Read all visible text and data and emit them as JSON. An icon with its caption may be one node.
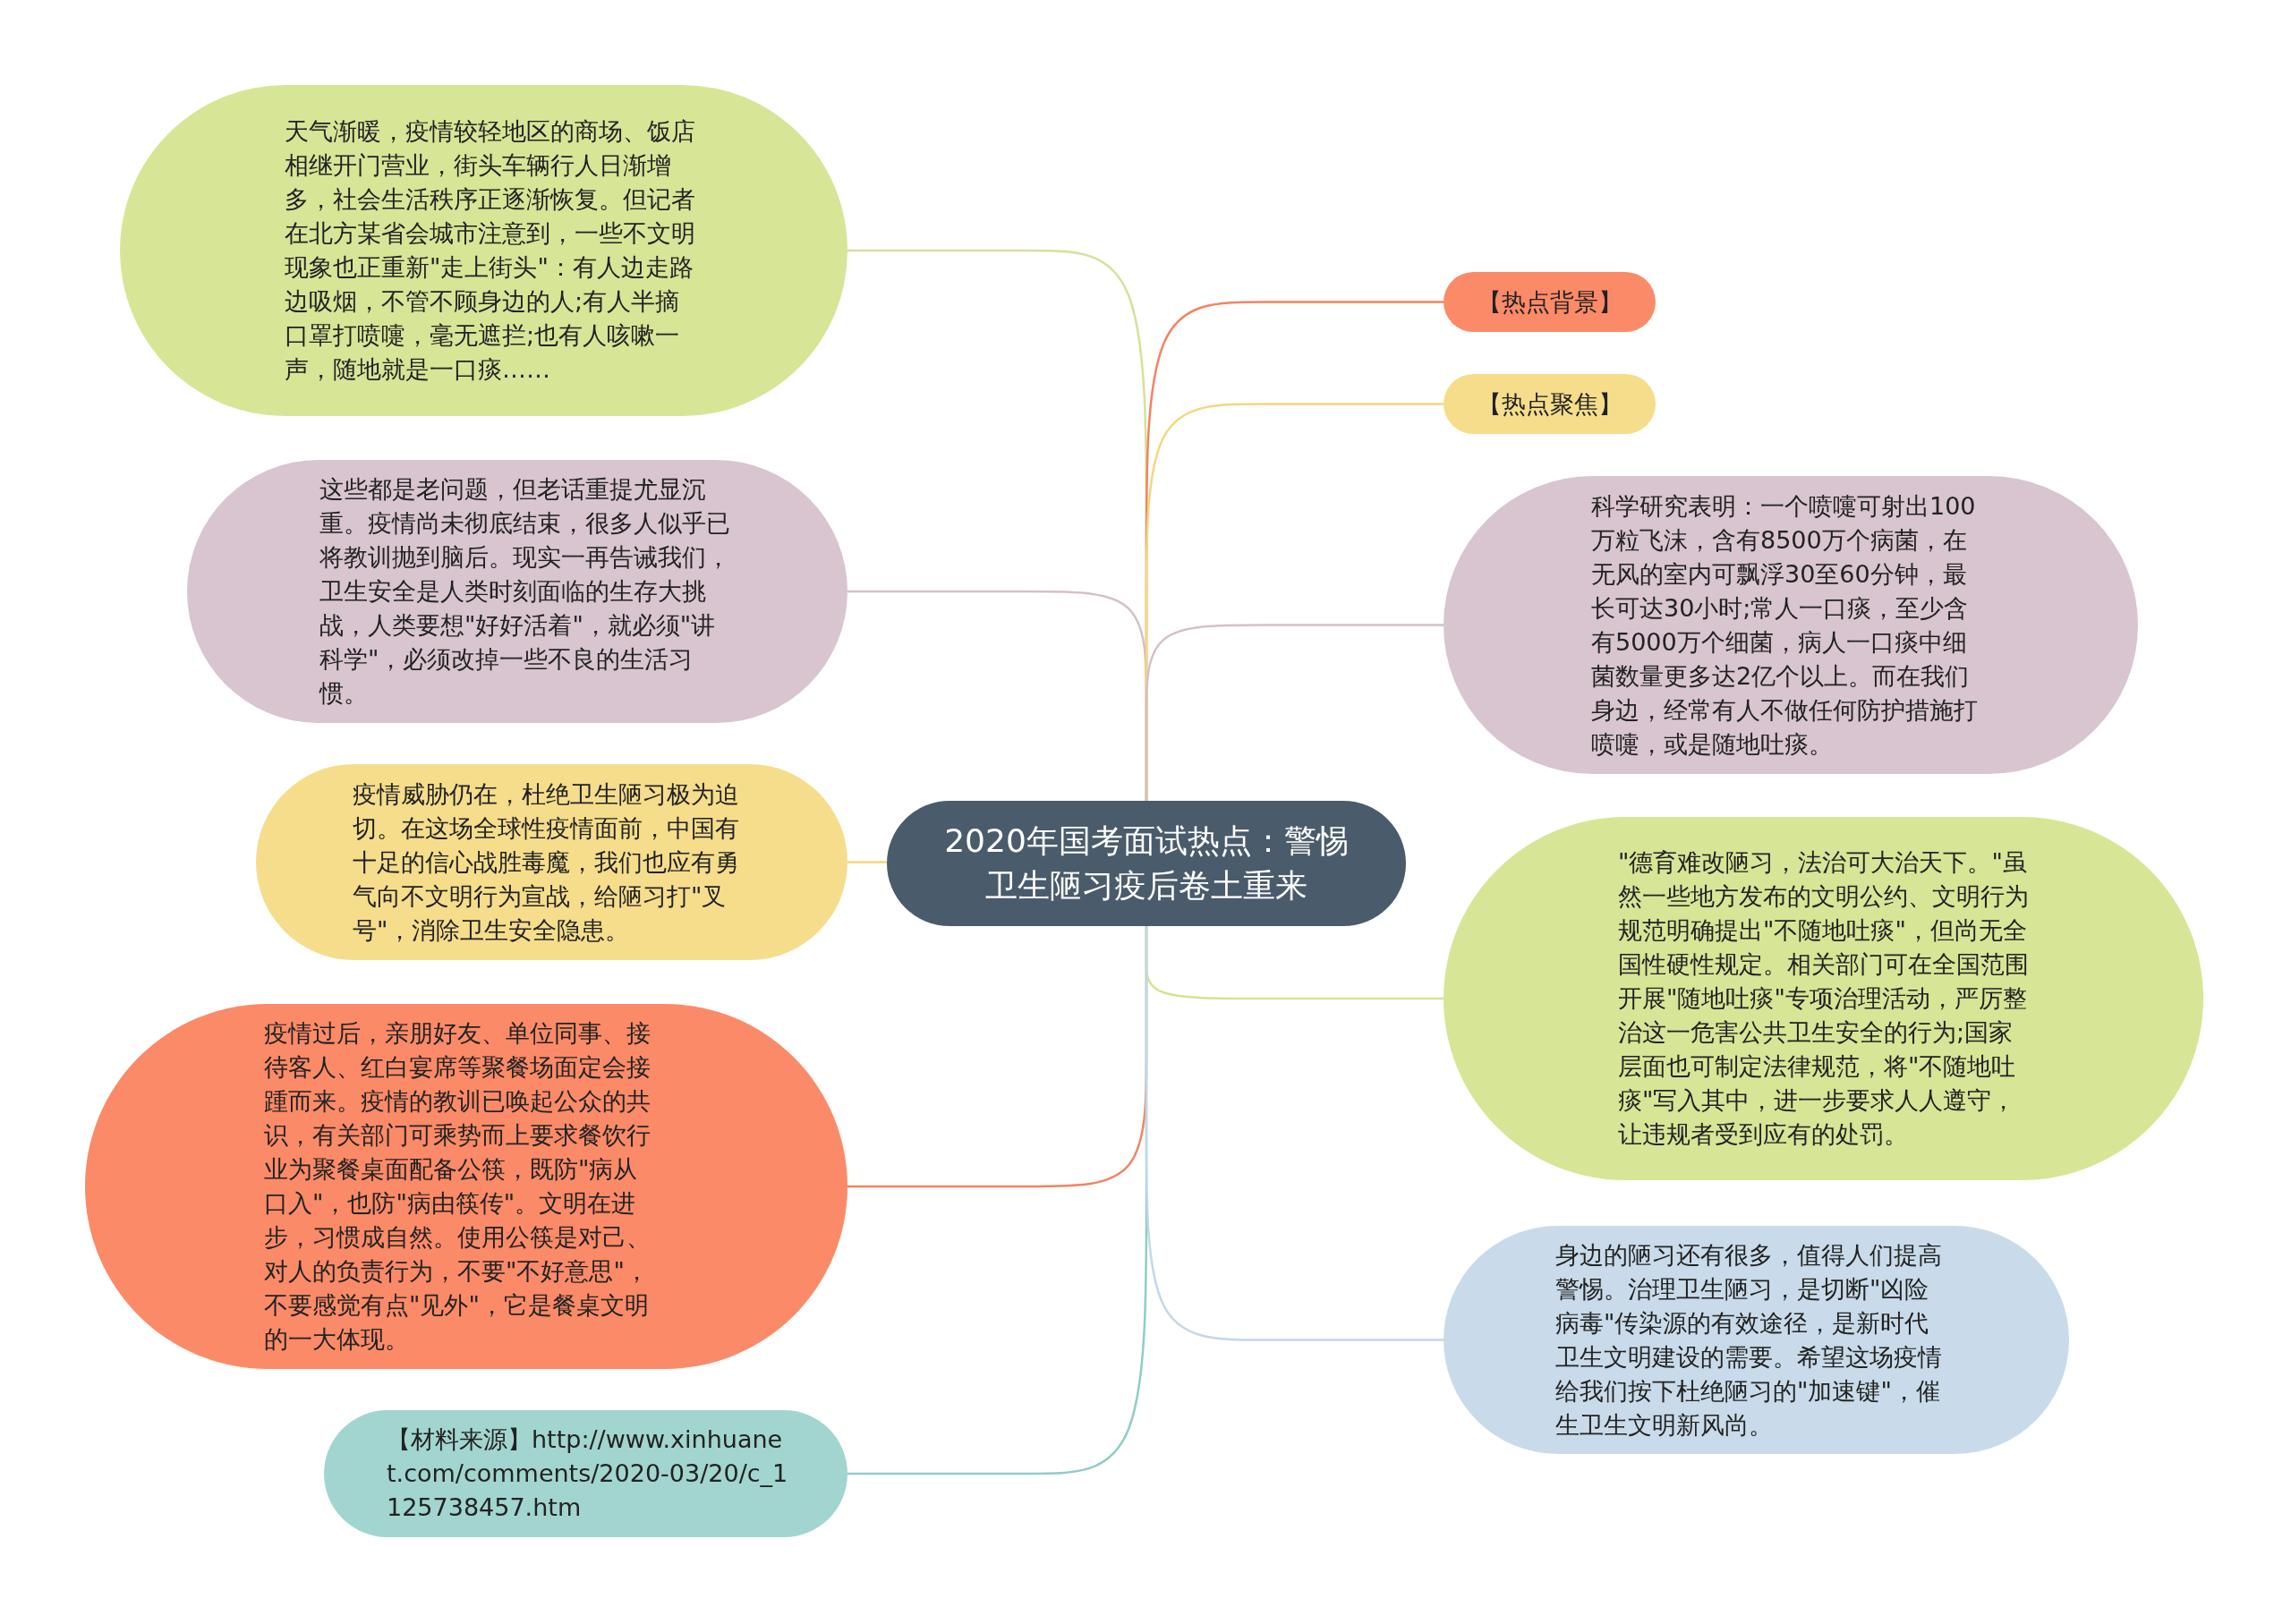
{
  "diagram": {
    "nodes": [
      {
        "text": [
          "2020年国考面试热点：警惕卫生陋习疫后卷土重来"
        ]
      },
      {
        "text": [
          "天气渐暖，疫情较轻地区的商场、饭店相继开门营业，街头车辆行人日渐增多，社会生活秩序正逐渐恢复。但记者在北方某省会城市注意到，一些不文明现象也正重新\"走上街头\"：有人边走路边吸烟，不管不顾身边的人;有人半摘口罩打喷嚏，毫无遮拦;也有人咳嗽一声，随地就是一口痰……"
        ]
      },
      {
        "text": [
          "这些都是老问题，但老话重提尤显沉重。疫情尚未彻底结束，很多人似乎已将教训抛到脑后。现实一再告诫我们，卫生安全是人类时刻面临的生存大挑战，人类要想\"好好活着\"，就必须\"讲科学\"，必须改掉一些不良的生活习惯。"
        ]
      },
      {
        "text": [
          "疫情威胁仍在，杜绝卫生陋习极为迫切。在这场全球性疫情面前，中国有十足的信心战胜毒魔，我们也应有勇气向不文明行为宣战，给陋习打\"叉号\"，消除卫生安全隐患。"
        ]
      },
      {
        "text": [
          "疫情过后，亲朋好友、单位同事、接待客人、红白宴席等聚餐场面定会接踵而来。疫情的教训已唤起公众的共识，有关部门可乘势而上要求餐饮行业为聚餐桌面配备公筷，既防\"病从口入\"，也防\"病由筷传\"。文明在进步，习惯成自然。使用公筷是对己、对人的负责行为，不要\"不好意思\"，不要感觉有点\"见外\"，它是餐桌文明的一大体现。"
        ]
      },
      {
        "text": [
          "【材料来源】http://www.xinhuanet.com/comments/2020-03/20/c_1125738457.htm"
        ]
      },
      {
        "text": [
          "【热点背景】"
        ]
      },
      {
        "text": [
          "【热点聚焦】"
        ]
      },
      {
        "text": [
          "科学研究表明：一个喷嚏可射出100万粒飞沫，含有8500万个病菌，在无风的室内可飘浮30至60分钟，最长可达30小时;常人一口痰，至少含有5000万个细菌，病人一口痰中细菌数量更多达2亿个以上。而在我们身边，经常有人不做任何防护措施打喷嚏，或是随地吐痰。"
        ]
      },
      {
        "text": [
          "\"德育难改陋习，法治可大治天下。\"虽然一些地方发布的文明公约、文明行为规范明确提出\"不随地吐痰\"，但尚无全国性硬性规定。相关部门可在全国范围开展\"随地吐痰\"专项治理活动，严厉整治这一危害公共卫生安全的行为;国家层面也可制定法律规范，将\"不随地吐痰\"写入其中，进一步要求人人遵守，让违规者受到应有的处罚。"
        ]
      },
      {
        "text": [
          "身边的陋习还有很多，值得人们提高警惕。治理卫生陋习，是切断\"凶险病毒\"传染源的有效途径，是新时代卫生文明建设的需要。希望这场疫情给我们按下杜绝陋习的\"加速键\"，催生卫生文明新风尚。"
        ]
      }
    ],
    "edges": [
      {
        "from": 0,
        "to": 1,
        "arrow": "none",
        "color": "#d5e296"
      },
      {
        "from": 0,
        "to": 2,
        "arrow": "none",
        "color": "#d3c0ca"
      },
      {
        "from": 0,
        "to": 3,
        "arrow": "none",
        "color": "#f3d77e"
      },
      {
        "from": 0,
        "to": 4,
        "arrow": "none",
        "color": "#f28362"
      },
      {
        "from": 0,
        "to": 5,
        "arrow": "none",
        "color": "#8fcdc5"
      },
      {
        "from": 0,
        "to": 6,
        "arrow": "none",
        "color": "#f28362"
      },
      {
        "from": 0,
        "to": 7,
        "arrow": "none",
        "color": "#f3d77e"
      },
      {
        "from": 0,
        "to": 8,
        "arrow": "none",
        "color": "#d3c0ca"
      },
      {
        "from": 0,
        "to": 9,
        "arrow": "none",
        "color": "#d5e296"
      },
      {
        "from": 0,
        "to": 10,
        "arrow": "none",
        "color": "#c3d7e8"
      }
    ]
  }
}
